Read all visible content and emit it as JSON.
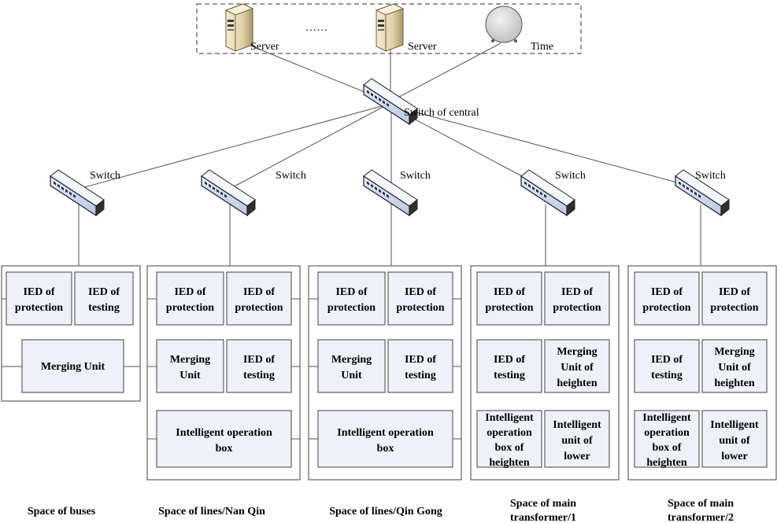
{
  "servers": {
    "items": [
      {
        "label": "Server",
        "icon": "server-tower-icon"
      },
      {
        "label": "Server",
        "icon": "server-tower-icon"
      },
      {
        "label": "Time",
        "icon": "clock-icon"
      }
    ],
    "ellipsis": "……"
  },
  "central_switch": {
    "label": "Switch of central",
    "icon": "network-switch-icon"
  },
  "bays": [
    {
      "switch_label": "Switch",
      "space_label": [
        "Space of buses"
      ],
      "boxes": [
        {
          "lines": [
            "IED of",
            "protection"
          ]
        },
        {
          "lines": [
            "IED of",
            "testing"
          ]
        },
        {
          "lines": [
            "Merging Unit"
          ]
        }
      ]
    },
    {
      "switch_label": "Switch",
      "space_label": [
        "Space of lines/Nan Qin"
      ],
      "boxes": [
        {
          "lines": [
            "IED of",
            "protection"
          ]
        },
        {
          "lines": [
            "IED of",
            "protection"
          ]
        },
        {
          "lines": [
            "Merging",
            "Unit"
          ]
        },
        {
          "lines": [
            "IED of",
            "testing"
          ]
        },
        {
          "lines": [
            "Intelligent operation",
            "box"
          ]
        }
      ]
    },
    {
      "switch_label": "Switch",
      "space_label": [
        "Space of lines/Qin Gong"
      ],
      "boxes": [
        {
          "lines": [
            "IED of",
            "protection"
          ]
        },
        {
          "lines": [
            "IED of",
            "protection"
          ]
        },
        {
          "lines": [
            "Merging",
            "Unit"
          ]
        },
        {
          "lines": [
            "IED of",
            "testing"
          ]
        },
        {
          "lines": [
            "Intelligent operation",
            "box"
          ]
        }
      ]
    },
    {
      "switch_label": "Switch",
      "space_label": [
        "Space of main",
        "transformer/1"
      ],
      "boxes": [
        {
          "lines": [
            "IED of",
            "protection"
          ]
        },
        {
          "lines": [
            "IED of",
            "protection"
          ]
        },
        {
          "lines": [
            "IED of",
            "testing"
          ]
        },
        {
          "lines": [
            "Merging",
            "Unit of",
            "heighten"
          ]
        },
        {
          "lines": [
            "Intelligent",
            "operation",
            "box of",
            "heighten"
          ]
        },
        {
          "lines": [
            "Intelligent",
            "unit of",
            "lower"
          ]
        }
      ]
    },
    {
      "switch_label": "Switch",
      "space_label": [
        "Space of main",
        "transformer/2"
      ],
      "boxes": [
        {
          "lines": [
            "IED of",
            "protection"
          ]
        },
        {
          "lines": [
            "IED of",
            "protection"
          ]
        },
        {
          "lines": [
            "IED of",
            "testing"
          ]
        },
        {
          "lines": [
            "Merging",
            "Unit of",
            "heighten"
          ]
        },
        {
          "lines": [
            "Intelligent",
            "operation",
            "box of",
            "heighten"
          ]
        },
        {
          "lines": [
            "Intelligent",
            "unit of",
            "lower"
          ]
        }
      ]
    }
  ],
  "colors": {
    "box_fill": "#eef1f9",
    "switch_face": "#d6e0f4",
    "server_body": "#e8dcb8",
    "clock_face": "#e0e0e0"
  }
}
